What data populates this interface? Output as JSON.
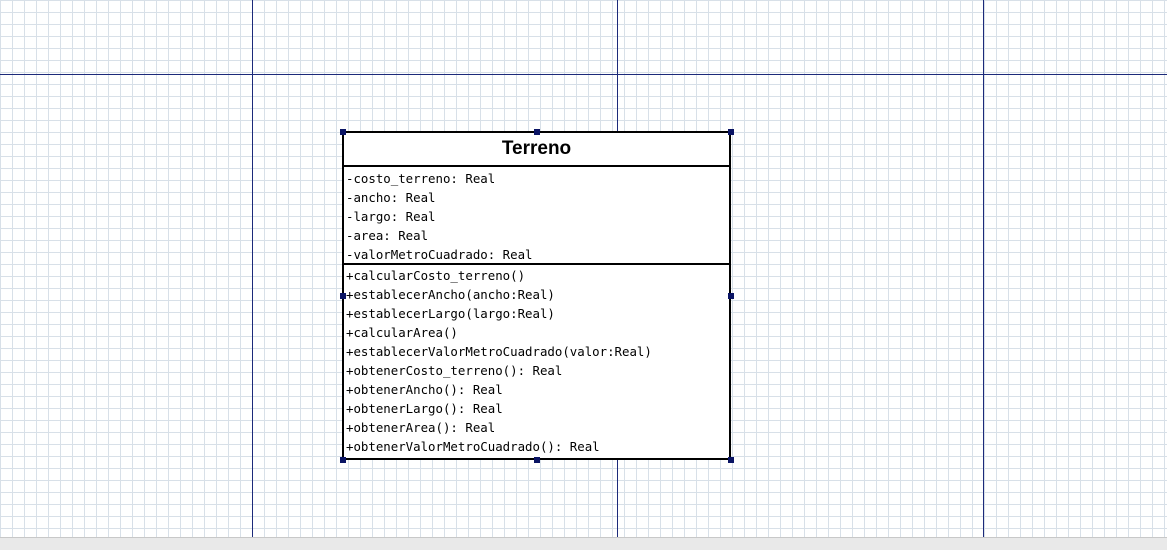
{
  "diagram": {
    "class": {
      "name": "Terreno",
      "attributes": [
        "-costo_terreno: Real",
        "-ancho: Real",
        "-largo: Real",
        "-area: Real",
        "-valorMetroCuadrado: Real"
      ],
      "operations": [
        "+calcularCosto_terreno()",
        "+establecerAncho(ancho:Real)",
        "+establecerLargo(largo:Real)",
        "+calcularArea()",
        "+establecerValorMetroCuadrado(valor:Real)",
        "+obtenerCosto_terreno(): Real",
        "+obtenerAncho(): Real",
        "+obtenerLargo(): Real",
        "+obtenerArea(): Real",
        "+obtenerValorMetroCuadrado(): Real"
      ]
    }
  },
  "colors": {
    "grid": "#d8e0e8",
    "page_break": "#1c2a7a",
    "selection_handle": "#0a1464",
    "class_border": "#000000"
  }
}
